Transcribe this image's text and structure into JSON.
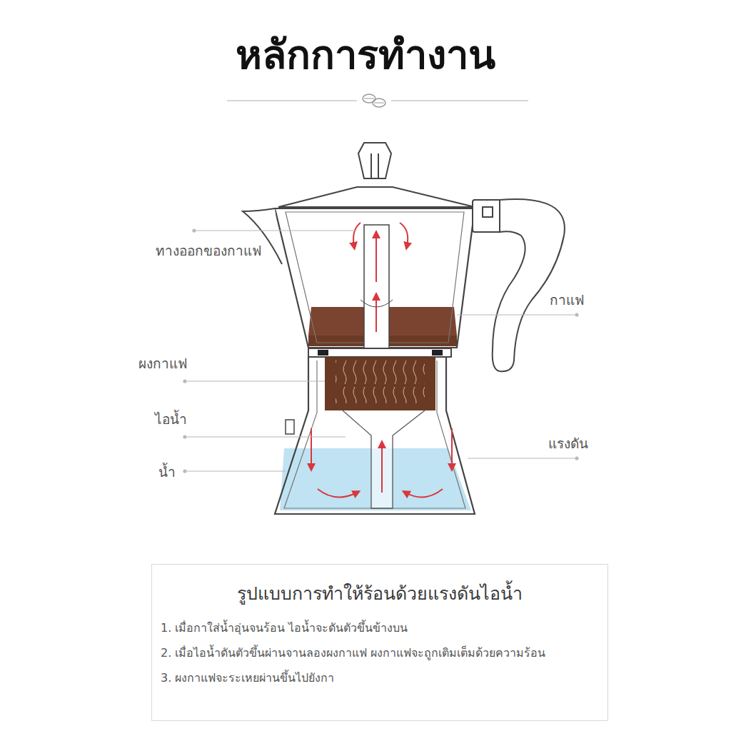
{
  "diagram": {
    "title": "หลักการทำงาน",
    "nodes": [
      {
        "text": [
          "รูปแบบการทำให้ร้อนด้วยแรงดันไอน้ำ",
          "1. เมื่อกาใส่น้ำอุ่นจนร้อน ไอน้ำจะดันตัวขึ้นข้างบน",
          "2. เมื่อไอน้ำดันตัวขึ้นผ่านจานลองผงกาแฟ ผงกาแฟจะถูกเติมเต็มด้วยความร้อน",
          "3. ผงกาแฟจะระเหยผ่านขึ้นไปยังกา"
        ]
      }
    ],
    "labels": [
      "ทางออกของกาแฟ",
      "กาแฟ",
      "ผงกาแฟ",
      "ไอน้ำ",
      "แรงดัน",
      "น้ำ"
    ]
  }
}
